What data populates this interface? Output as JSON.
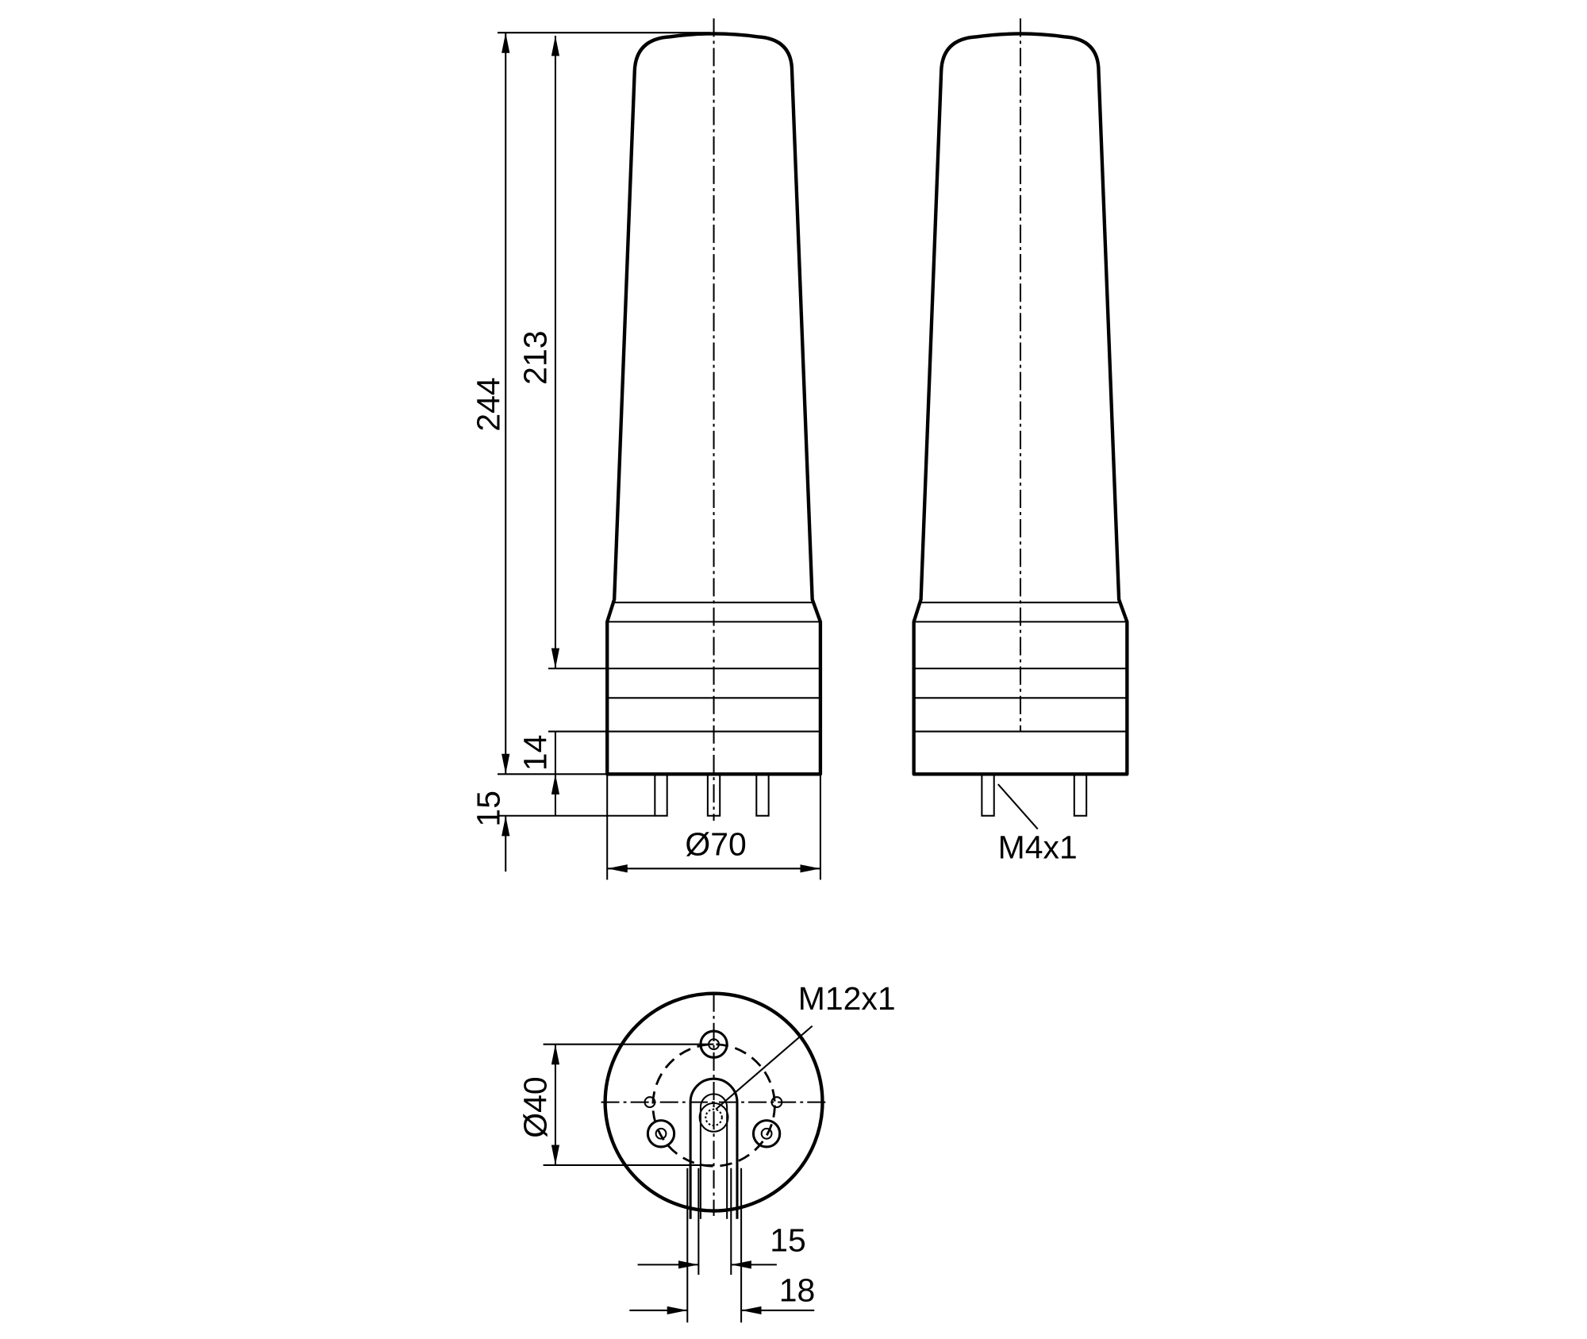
{
  "dimensions": {
    "total_height": "244",
    "dome_height": "213",
    "base_band": "14",
    "pin_length": "15",
    "diameter": "Ø70",
    "pin_thread": "M4x1",
    "connector_thread": "M12x1",
    "bolt_circle": "Ø40",
    "slot_inner": "15",
    "slot_outer": "18"
  }
}
